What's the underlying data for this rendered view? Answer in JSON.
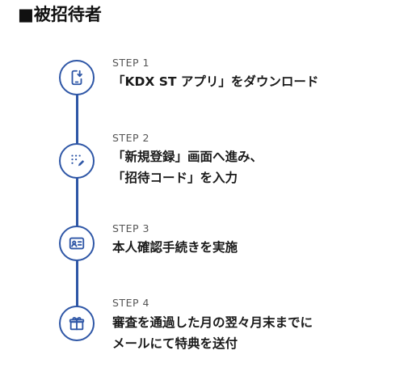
{
  "section": {
    "title": "■被招待者"
  },
  "steps": [
    {
      "label": "STEP 1",
      "lines": [
        "「KDX ST アプリ」をダウンロード"
      ],
      "icon": "phone-download-icon"
    },
    {
      "label": "STEP 2",
      "lines": [
        "「新規登録」画面へ進み、",
        "「招待コード」を入力"
      ],
      "icon": "keypad-edit-icon"
    },
    {
      "label": "STEP 3",
      "lines": [
        "本人確認手続きを実施"
      ],
      "icon": "id-card-icon"
    },
    {
      "label": "STEP 4",
      "lines": [
        "審査を通過した月の翌々月末までに",
        "メールにて特典を送付"
      ],
      "icon": "gift-icon"
    }
  ],
  "colors": {
    "accent": "#2e56a6",
    "text": "#1a1a1a",
    "label": "#555555"
  }
}
